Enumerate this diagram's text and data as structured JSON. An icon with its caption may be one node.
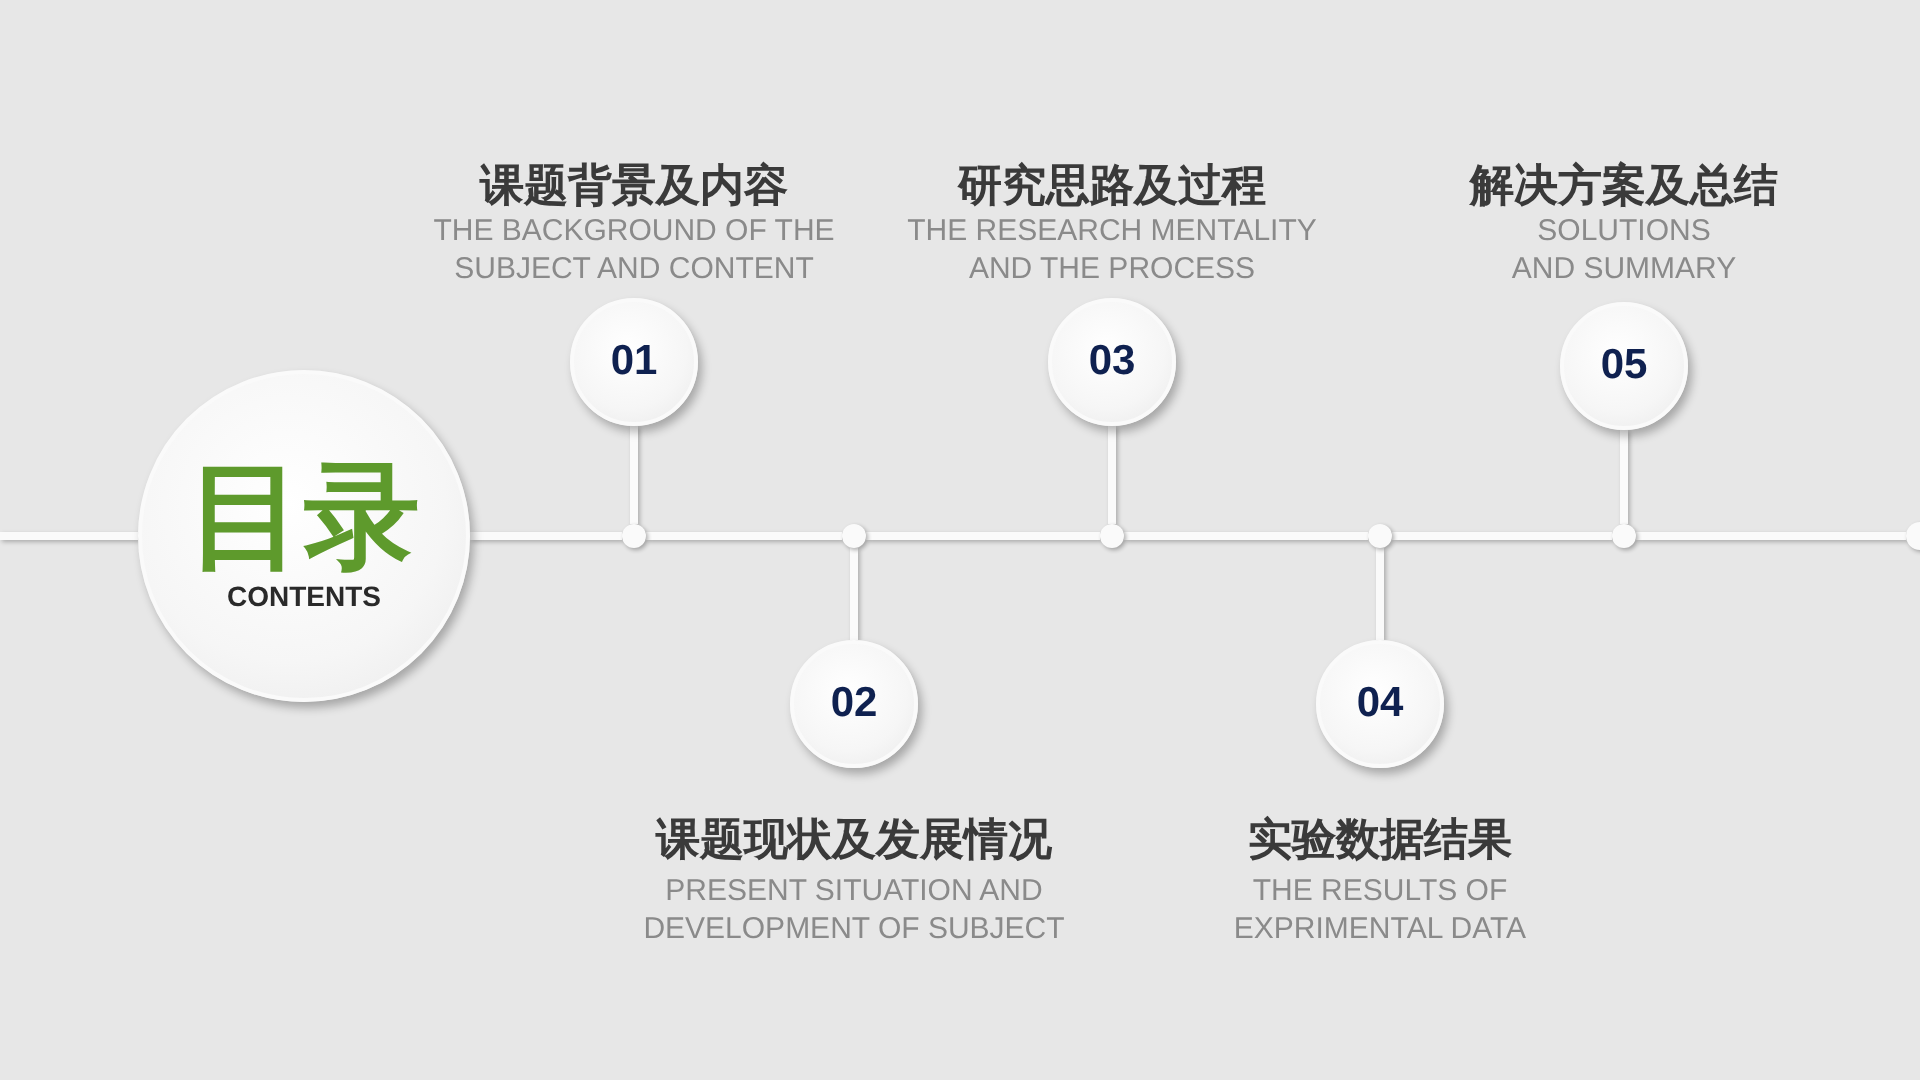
{
  "diagram": {
    "nodes": [
      {
        "text": [
          "目录",
          "CONTENTS"
        ]
      },
      {
        "text": [
          "课题背景及内容",
          "THE BACKGROUND OF THE SUBJECT AND CONTENT",
          "01"
        ]
      },
      {
        "text": [
          "02",
          "课题现状及发展情况",
          "PRESENT SITUATION AND DEVELOPMENT OF SUBJECT"
        ]
      },
      {
        "text": [
          "研究思路及过程",
          "THE RESEARCH MENTALITY AND THE PROCESS",
          "03"
        ]
      },
      {
        "text": [
          "04",
          "实验数据结果",
          "THE RESULTS OF EXPRIMENTAL DATA"
        ]
      },
      {
        "text": [
          "解决方案及总结",
          "SOLUTIONS AND SUMMARY",
          "05"
        ]
      },
      {
        "text": [],
        "shape": "circle"
      },
      {
        "text": [],
        "shape": "circle"
      },
      {
        "text": [],
        "shape": "circle"
      },
      {
        "text": [],
        "shape": "circle"
      },
      {
        "text": [],
        "shape": "circle"
      },
      {
        "text": [],
        "shape": "circle"
      }
    ],
    "edges": [
      {
        "from": null,
        "to": 0,
        "arrow": "none"
      },
      {
        "from": 0,
        "to": 6,
        "arrow": "none"
      },
      {
        "from": 6,
        "to": 7,
        "arrow": "none"
      },
      {
        "from": 7,
        "to": 8,
        "arrow": "none"
      },
      {
        "from": 8,
        "to": 9,
        "arrow": "none"
      },
      {
        "from": 9,
        "to": 10,
        "arrow": "none"
      },
      {
        "from": 10,
        "to": 11,
        "arrow": "none"
      },
      {
        "from": 1,
        "to": 6,
        "arrow": "none"
      },
      {
        "from": 2,
        "to": 7,
        "arrow": "none"
      },
      {
        "from": 3,
        "to": 8,
        "arrow": "none"
      },
      {
        "from": 4,
        "to": 9,
        "arrow": "none"
      },
      {
        "from": 5,
        "to": 10,
        "arrow": "none"
      }
    ]
  }
}
